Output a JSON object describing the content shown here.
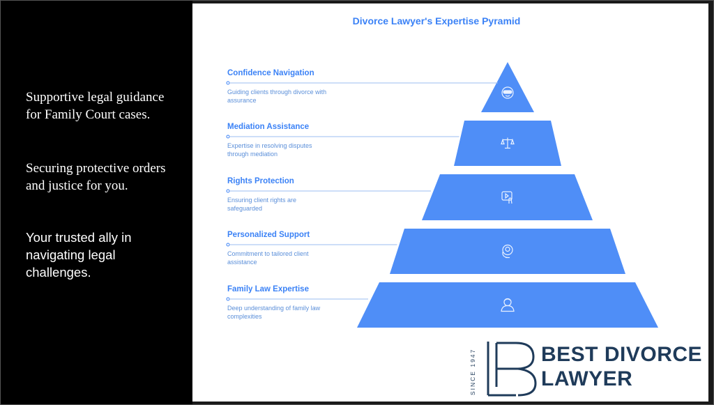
{
  "left_panel": {
    "text1": [
      "Supportive legal guidance",
      "for Family Court cases."
    ],
    "text2": [
      "Securing protective orders",
      "and justice for you."
    ],
    "text3": [
      "Your trusted ally in",
      "navigating legal",
      "challenges."
    ]
  },
  "diagram": {
    "title": "Divorce Lawyer's Expertise Pyramid",
    "accent": "#4f8ef7",
    "label_color": "#3b82f6",
    "desc_color": "#5b8fd9",
    "levels": [
      {
        "title": "Confidence Navigation",
        "desc": [
          "Guiding clients through divorce with",
          "assurance"
        ],
        "icon": "face-mask-icon"
      },
      {
        "title": "Mediation Assistance",
        "desc": [
          "Expertise in resolving disputes",
          "through mediation"
        ],
        "icon": "scales-icon"
      },
      {
        "title": "Rights Protection",
        "desc": [
          "Ensuring client rights are",
          "safeguarded"
        ],
        "icon": "touch-screen-icon"
      },
      {
        "title": "Personalized Support",
        "desc": [
          "Commitment to tailored client",
          "assistance"
        ],
        "icon": "headset-person-icon"
      },
      {
        "title": "Family Law Expertise",
        "desc": [
          "Deep understanding of family law",
          "complexities"
        ],
        "icon": "lawyer-person-icon"
      }
    ]
  },
  "logo": {
    "line1": "BEST DIVORCE",
    "line2": "LAWYER",
    "since": "SINCE 1947",
    "color": "#1f3b5a"
  }
}
